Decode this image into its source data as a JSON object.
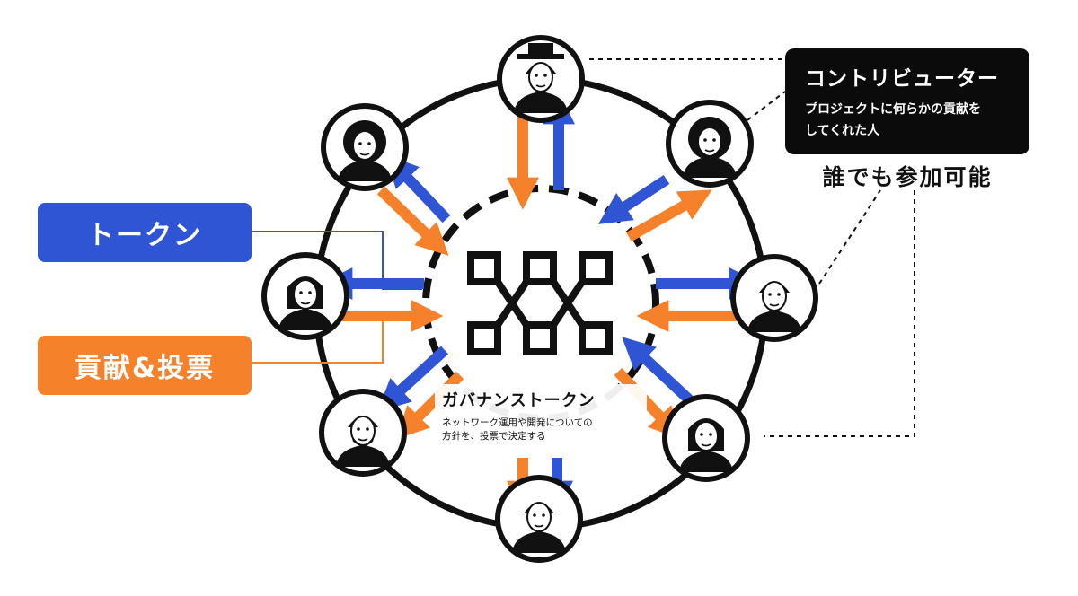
{
  "legend": {
    "token": {
      "label": "トークン",
      "color": "#2f55d4"
    },
    "vote": {
      "label": "貢献&投票",
      "color": "#f5822a"
    }
  },
  "contributor": {
    "title": "コントリビューター",
    "description_line1": "プロジェクトに何らかの貢献を",
    "description_line2": "してくれた人",
    "open_label": "誰でも参加可能"
  },
  "center": {
    "title": "ガバナンストークン",
    "description_line1": "ネットワーク運用や開発についての",
    "description_line2": "方針を、投票で決定する"
  },
  "icons": {
    "center_logo": "network-logo-icon",
    "people": [
      "hat-man-icon",
      "curly-woman-icon",
      "afro-man-icon",
      "bob-woman-icon",
      "quiff-man-icon",
      "bearded-man-icon",
      "long-hair-woman-icon",
      "tank-top-man-icon"
    ]
  }
}
